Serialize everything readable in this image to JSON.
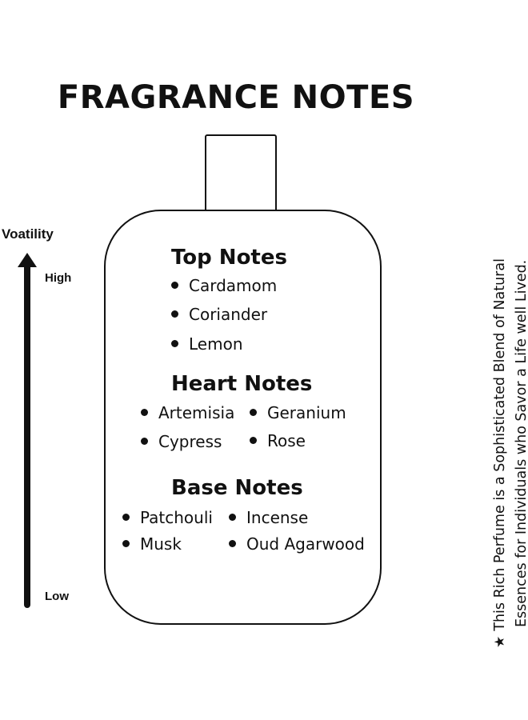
{
  "title": "FRAGRANCE NOTES",
  "axis": {
    "label": "Voatility",
    "high": "High",
    "low": "Low"
  },
  "top_notes": {
    "heading": "Top Notes",
    "items": [
      "Cardamom",
      "Coriander",
      "Lemon"
    ]
  },
  "heart_notes": {
    "heading": "Heart Notes",
    "items": [
      "Artemisia",
      "Geranium",
      "Cypress",
      "Rose"
    ]
  },
  "base_notes": {
    "heading": "Base Notes",
    "items": [
      "Patchouli",
      "Incense",
      "Musk",
      "Oud Agarwood"
    ]
  },
  "side_note": {
    "icon": "star-icon",
    "lines": [
      "This Rich Perfume is a Sophisticated Blend of Natural",
      "Essences for Individuals who Savor a Life well Lived."
    ]
  }
}
